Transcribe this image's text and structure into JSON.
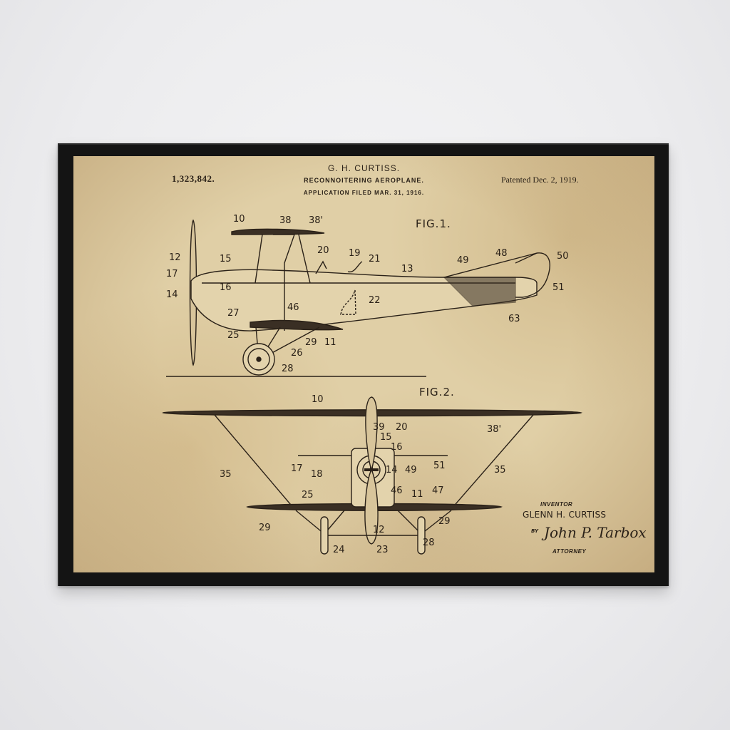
{
  "poster": {
    "patent_number": "1,323,842.",
    "inventor_header": "G. H. CURTISS.",
    "title": "RECONNOITERING AEROPLANE.",
    "application": "APPLICATION FILED MAR. 31, 1916.",
    "patent_date": "Patented Dec. 2, 1919.",
    "figures": {
      "fig1": {
        "label": "FIG.1.",
        "callouts": [
          "10",
          "38",
          "38'",
          "12",
          "17",
          "14",
          "15",
          "16",
          "27",
          "25",
          "20",
          "19",
          "21",
          "13",
          "22",
          "46",
          "29",
          "11",
          "26",
          "28",
          "49",
          "48",
          "50",
          "51",
          "63"
        ]
      },
      "fig2": {
        "label": "FIG.2.",
        "callouts": [
          "10",
          "38'",
          "39",
          "20",
          "15",
          "16",
          "17",
          "18",
          "14",
          "49",
          "51",
          "35",
          "35",
          "25",
          "46",
          "11",
          "47",
          "29",
          "29",
          "12",
          "24",
          "23",
          "28"
        ]
      }
    },
    "inventor_label": "INVENTOR",
    "inventor_name": "GLENN H. CURTISS",
    "by_label": "BY",
    "signature": "John P. Tarbox",
    "attorney_label": "ATTORNEY"
  },
  "colors": {
    "wall": "#ececee",
    "frame": "#141414",
    "paper": "#e0cfa6",
    "ink": "#2a2118"
  }
}
